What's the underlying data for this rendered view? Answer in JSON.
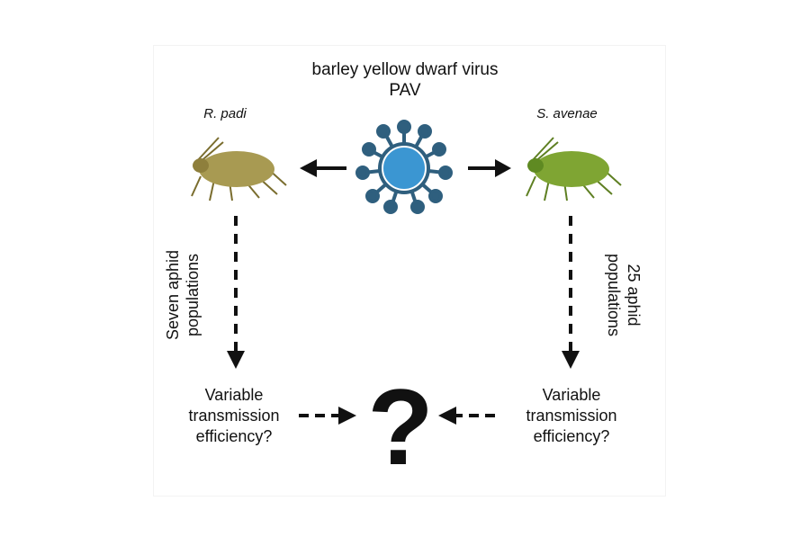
{
  "title_line1": "barley yellow dwarf virus",
  "title_line2": "PAV",
  "left_species": "R. padi",
  "right_species": "S. avenae",
  "left_populations_line1": "Seven aphid",
  "left_populations_line2": "populations",
  "right_populations_line1": "25 aphid",
  "right_populations_line2": "populations",
  "left_outcome": [
    "Variable",
    "transmission",
    "efficiency?"
  ],
  "right_outcome": [
    "Variable",
    "transmission",
    "efficiency?"
  ],
  "question_mark": "?",
  "colors": {
    "virus_outer": "#2f5f7e",
    "virus_inner": "#3b96d2",
    "aphid_left": "#a89a52",
    "aphid_right": "#7fa533"
  }
}
